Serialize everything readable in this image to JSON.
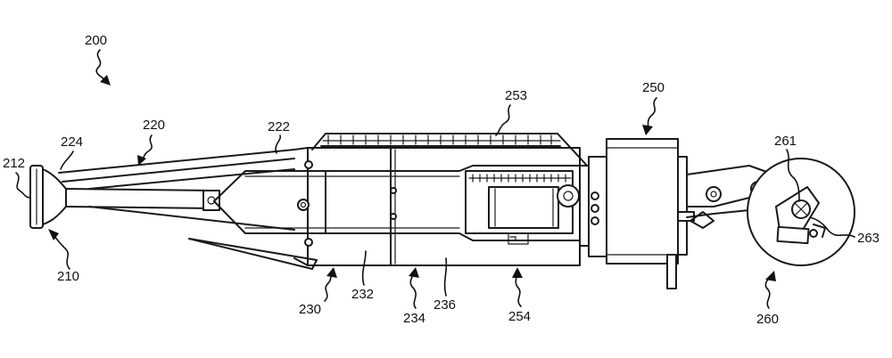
{
  "figure": {
    "description_labels": {
      "assembly": "200",
      "base_end": "210",
      "base_tip": "212",
      "arm": "220",
      "arm_upper": "222",
      "arm_tip": "224",
      "rail": "230",
      "rail_member": "232",
      "lower_rail": "234",
      "rail_lower_edge": "236",
      "housing": "250",
      "gear_rack": "253",
      "drive_unit": "254",
      "wheel": "260",
      "wheel_hub": "261",
      "wheel_pin": "263"
    }
  }
}
